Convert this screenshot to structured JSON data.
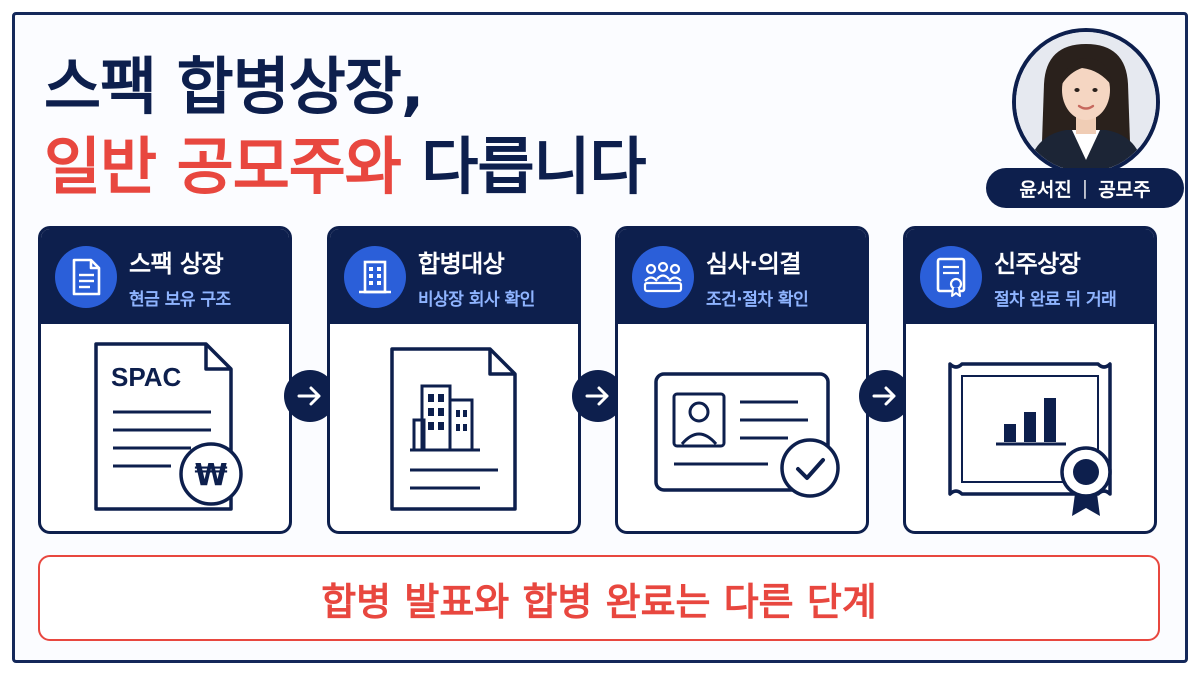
{
  "headline": {
    "line1": "스팩 합병상장,",
    "line2_highlight": "일반 공모주와",
    "line2_rest": "다릅니다"
  },
  "presenter": {
    "name": "윤서진",
    "separator": "|",
    "channel": "공모주"
  },
  "steps": [
    {
      "title": "스팩 상장",
      "subtitle": "현금 보유 구조",
      "icon": "document-icon",
      "illustration_label": "SPAC",
      "illustration_symbol": "₩"
    },
    {
      "title": "합병대상",
      "subtitle": "비상장 회사 확인",
      "icon": "building-icon"
    },
    {
      "title": "심사·의결",
      "subtitle": "조건·절차 확인",
      "icon": "meeting-icon"
    },
    {
      "title": "신주상장",
      "subtitle": "절차 완료 뒤 거래",
      "icon": "certificate-icon"
    }
  ],
  "banner": {
    "text": "합병 발표와 합병 완료는 다른 단계"
  },
  "colors": {
    "navy": "#0d1f4d",
    "accent_red": "#e8473f",
    "icon_blue": "#2b5fd9",
    "subtitle_blue": "#8fb4ff"
  }
}
